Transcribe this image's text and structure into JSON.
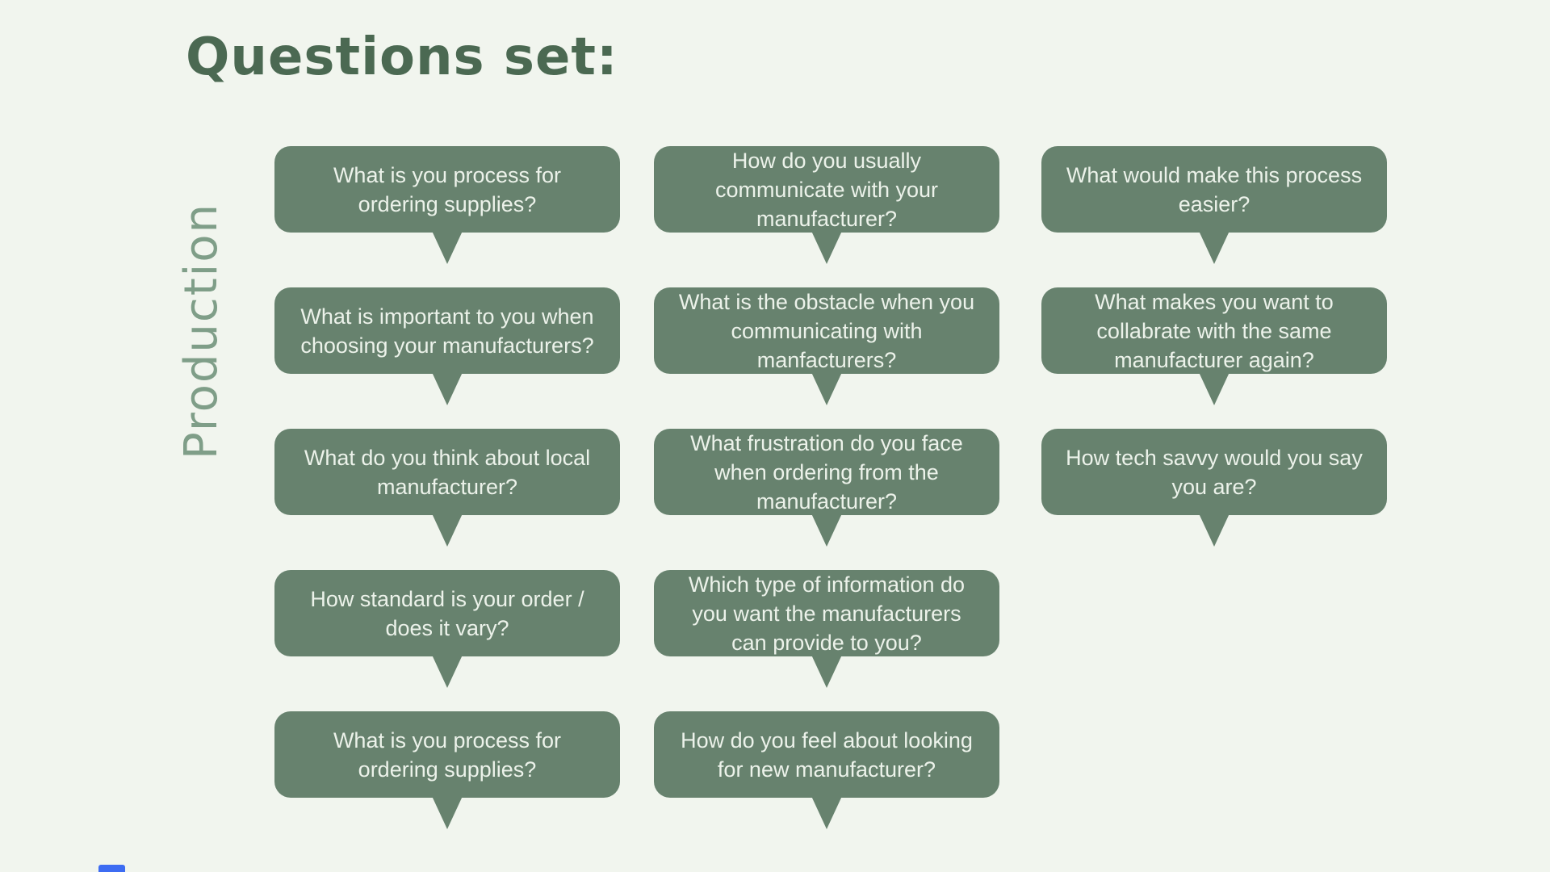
{
  "page": {
    "title": "Questions set:",
    "category_label": "Production"
  },
  "colors": {
    "background": "#f1f5ee",
    "bubble_fill": "#67826e",
    "bubble_text": "#ecf2ea",
    "title_text": "#4b6952",
    "category_text": "#7f9e88",
    "partial_blue_shape": "#3d6cf2"
  },
  "questions": {
    "col1": [
      "What is you process for ordering supplies?",
      "What is important to you when choosing your manufacturers?",
      "What do you think about local manufacturer?",
      "How standard is your order / does it vary?",
      "What is you process for ordering supplies?"
    ],
    "col2": [
      "How do you usually communicate with your manufacturer?",
      "What is the obstacle when you communicating with manfacturers?",
      "What frustration do you face when ordering from the manufacturer?",
      "Which type of information do you want the manufacturers can provide to you?",
      "How do you feel about looking for new manufacturer?"
    ],
    "col3": [
      "What would make this process easier?",
      "What makes you want to collabrate with the same manufacturer again?",
      "How tech savvy would you say you are?"
    ]
  }
}
